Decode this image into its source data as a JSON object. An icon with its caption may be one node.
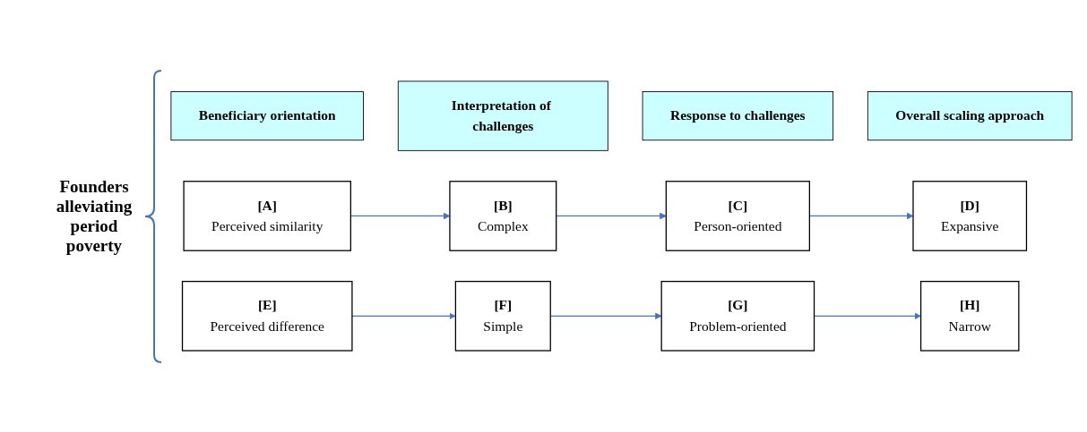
{
  "diagram": {
    "nodes": [
      {
        "text": [
          "Beneficiary orientation"
        ]
      },
      {
        "text": [
          "Interpretation of challenges"
        ]
      },
      {
        "text": [
          "Response to challenges"
        ]
      },
      {
        "text": [
          "Overall scaling approach"
        ]
      },
      {
        "text": [
          "[A]",
          "Perceived similarity"
        ]
      },
      {
        "text": [
          "[B]",
          "Complex"
        ]
      },
      {
        "text": [
          "[C]",
          "Person-oriented"
        ]
      },
      {
        "text": [
          "[D]",
          "Expansive"
        ]
      },
      {
        "text": [
          "[E]",
          "Perceived difference"
        ]
      },
      {
        "text": [
          "[F]",
          "Simple"
        ]
      },
      {
        "text": [
          "[G]",
          "Problem-oriented"
        ]
      },
      {
        "text": [
          "[H]",
          "Narrow"
        ]
      }
    ],
    "edges": [
      {
        "from": 4,
        "to": 5,
        "arrow": "to"
      },
      {
        "from": 5,
        "to": 6,
        "arrow": "to"
      },
      {
        "from": 6,
        "to": 7,
        "arrow": "to"
      },
      {
        "from": 8,
        "to": 9,
        "arrow": "to"
      },
      {
        "from": 9,
        "to": 10,
        "arrow": "to"
      },
      {
        "from": 10,
        "to": 11,
        "arrow": "to"
      }
    ],
    "labels": [
      "Founders alleviating period poverty"
    ]
  }
}
